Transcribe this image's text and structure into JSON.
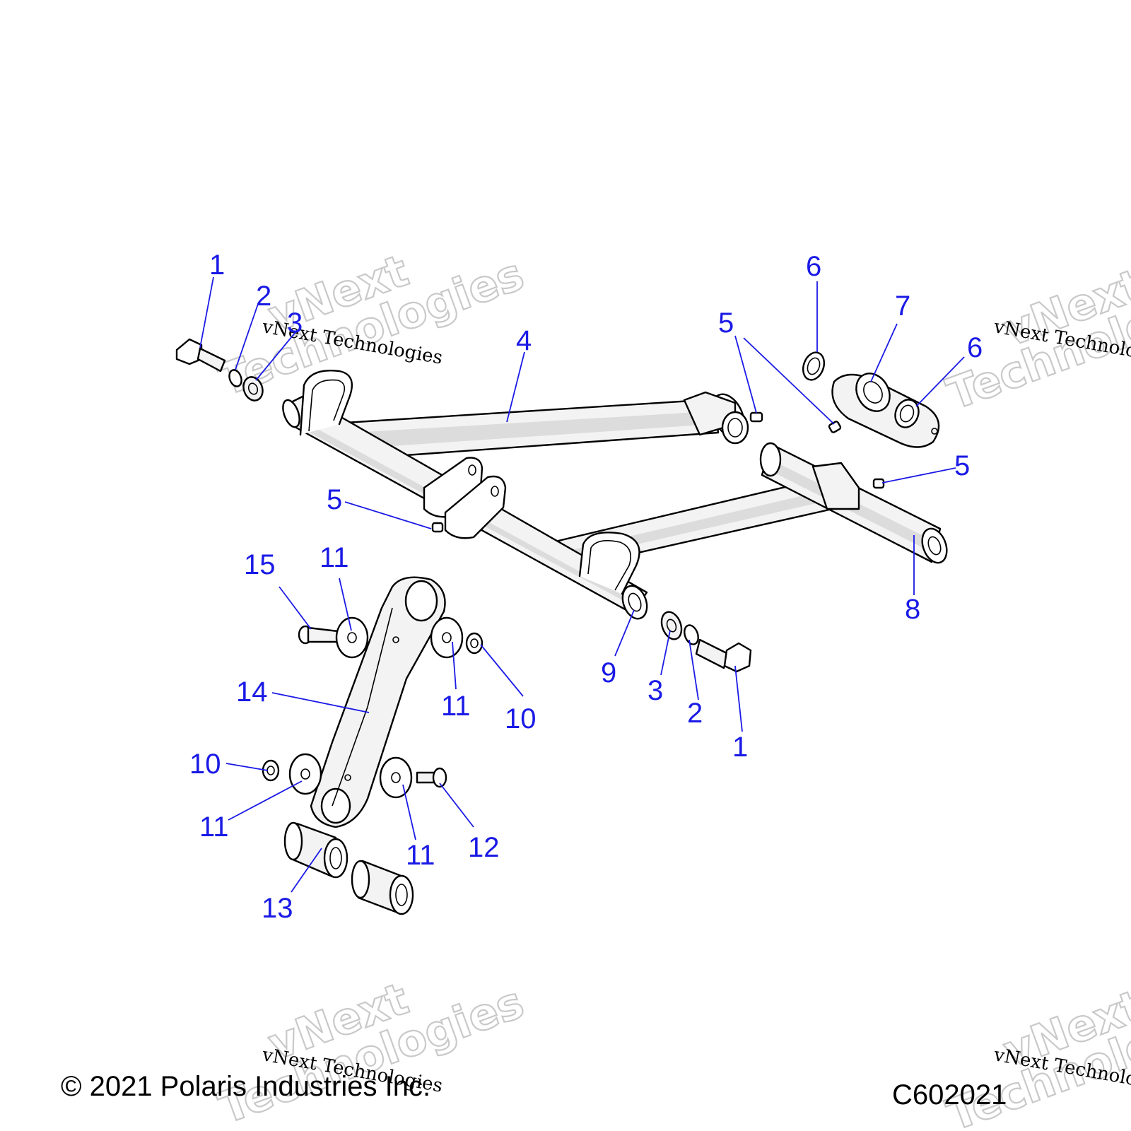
{
  "callouts": [
    "1",
    "2",
    "3",
    "4",
    "5",
    "5",
    "5",
    "5",
    "6",
    "6",
    "7",
    "8",
    "9",
    "3",
    "2",
    "1",
    "15",
    "11",
    "11",
    "10",
    "14",
    "10",
    "11",
    "11",
    "12",
    "13"
  ],
  "footer": {
    "copyright": "© 2021 Polaris Industries Inc.",
    "figure_id": "C602021"
  },
  "watermark": {
    "line1": "vNext",
    "line2": "Technologies",
    "line3": "vNext Technologies",
    "color": "#c9c9c9"
  },
  "label_color": "#1a1ae6"
}
